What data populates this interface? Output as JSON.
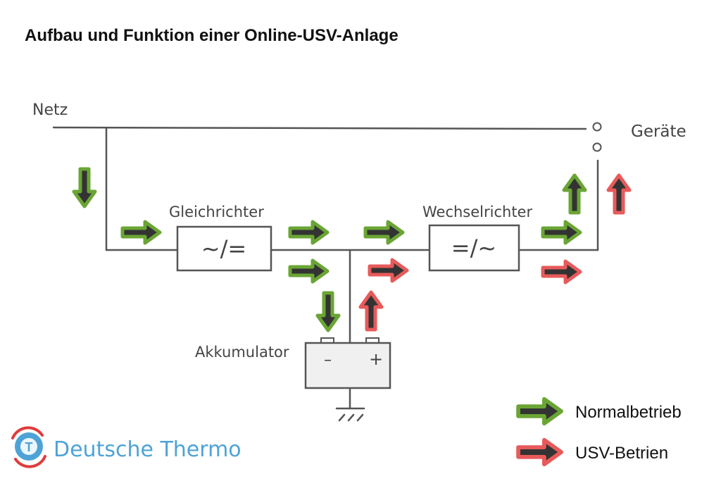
{
  "title": "Aufbau und Funktion einer Online-USV-Anlage",
  "labels": {
    "netz": "Netz",
    "geraete": "Geräte",
    "gleichrichter": "Gleichrichter",
    "gleichrichter_symbol": "~/=",
    "wechselrichter": "Wechselrichter",
    "wechselrichter_symbol": "=/~",
    "akkumulator": "Akkumulator",
    "minus": "–",
    "plus": "+"
  },
  "legend": {
    "normal_label": "Normalbetrieb",
    "usv_label": "USV-Betrien"
  },
  "colors": {
    "normal": "#6aa534",
    "usv": "#e85a5a",
    "arrow_core": "#333333",
    "line": "#555555",
    "brand": "#4ea3d6"
  },
  "brand": {
    "name": "Deutsche Thermo",
    "logo_letter": "T"
  }
}
